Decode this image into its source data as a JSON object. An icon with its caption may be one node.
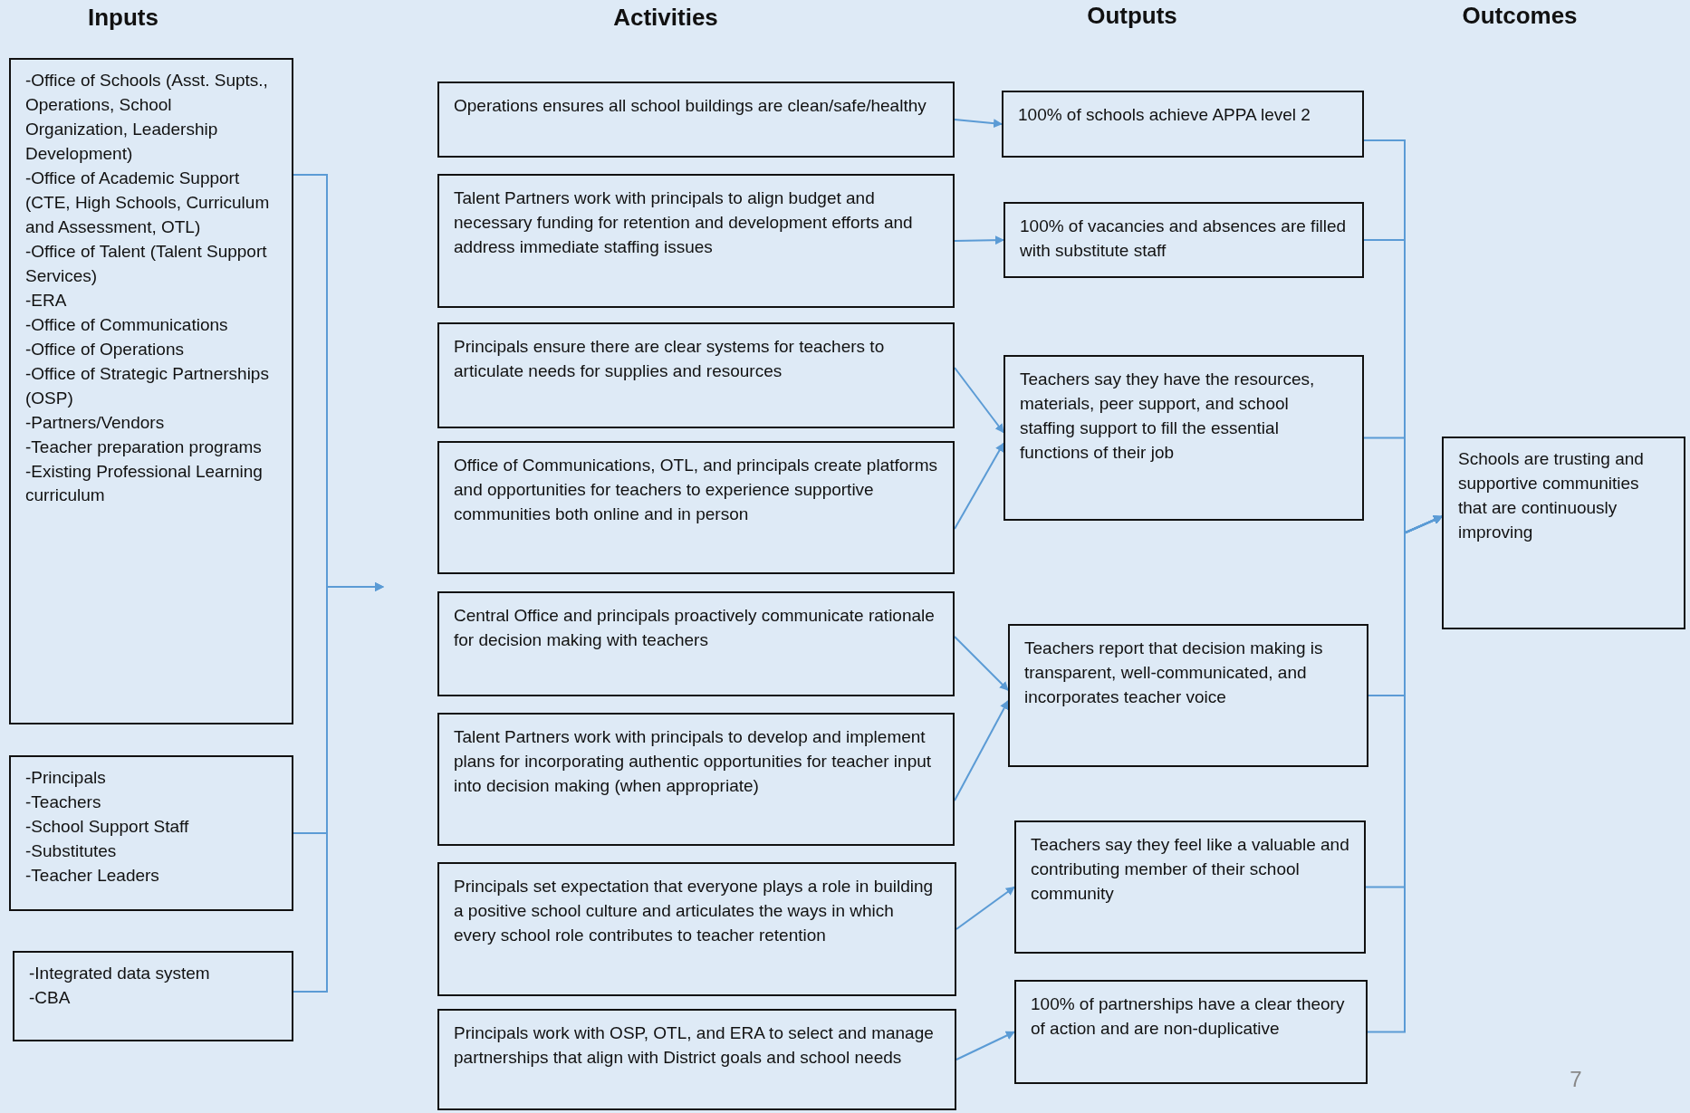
{
  "diagram": {
    "nodes": [
      {
        "text": [
          "-Office of Schools (Asst. Supts., Operations, School Organization, Leadership Development)",
          "-Office of Academic Support (CTE, High Schools, Curriculum and Assessment, OTL)",
          "-Office of Talent (Talent Support Services)",
          "-ERA",
          "-Office of Communications",
          "-Office of Operations",
          "-Office of Strategic Partnerships (OSP)",
          "-Partners/Vendors",
          "-Teacher preparation programs",
          "-Existing Professional Learning curriculum"
        ]
      },
      {
        "text": [
          "-Principals",
          "-Teachers",
          "-School Support Staff",
          "-Substitutes",
          "-Teacher Leaders"
        ]
      },
      {
        "text": [
          "-Integrated data system",
          "-CBA"
        ]
      },
      {
        "text": [
          "Operations ensures all school buildings are clean/safe/healthy"
        ]
      },
      {
        "text": [
          "Talent Partners work with principals to align budget and necessary funding for retention and development efforts and address immediate staffing issues"
        ]
      },
      {
        "text": [
          "Principals ensure there are clear systems for teachers to articulate needs for supplies and resources"
        ]
      },
      {
        "text": [
          "Office of Communications, OTL, and principals create platforms and opportunities for teachers to experience supportive communities both online and in person"
        ]
      },
      {
        "text": [
          "Central Office and principals proactively communicate rationale for decision making with teachers"
        ]
      },
      {
        "text": [
          "Talent Partners work with principals to develop and implement plans for incorporating authentic opportunities for teacher input into decision making (when appropriate)"
        ]
      },
      {
        "text": [
          "Principals set expectation that everyone plays a role in building a positive school culture and articulates the ways in which every school role contributes to teacher retention"
        ]
      },
      {
        "text": [
          "Principals work with OSP, OTL, and ERA to select and manage partnerships that align with District goals and school needs"
        ]
      },
      {
        "text": [
          "100% of schools achieve APPA level 2"
        ]
      },
      {
        "text": [
          "100% of vacancies and absences are filled with substitute staff"
        ]
      },
      {
        "text": [
          "Teachers say they have the resources, materials, peer support, and school staffing support to fill the essential functions of their job"
        ]
      },
      {
        "text": [
          "Teachers report that decision making is transparent, well-communicated, and incorporates teacher voice"
        ]
      },
      {
        "text": [
          "Teachers say they feel like a valuable and contributing member of their school community"
        ]
      },
      {
        "text": [
          "100% of partnerships have a clear theory of action and are non-duplicative"
        ]
      },
      {
        "text": [
          "Schools are trusting and supportive communities that are continuously improving"
        ]
      }
    ],
    "edges": [
      {
        "from": 0,
        "to": null,
        "arrow": "to"
      },
      {
        "from": 1,
        "to": null,
        "arrow": "to"
      },
      {
        "from": 2,
        "to": null,
        "arrow": "to"
      },
      {
        "from": 3,
        "to": 11,
        "arrow": "to"
      },
      {
        "from": 4,
        "to": 12,
        "arrow": "to"
      },
      {
        "from": 5,
        "to": 13,
        "arrow": "to"
      },
      {
        "from": 6,
        "to": 13,
        "arrow": "to"
      },
      {
        "from": 7,
        "to": 14,
        "arrow": "to"
      },
      {
        "from": 8,
        "to": 14,
        "arrow": "to"
      },
      {
        "from": 9,
        "to": 15,
        "arrow": "to"
      },
      {
        "from": 10,
        "to": 16,
        "arrow": "to"
      },
      {
        "from": 11,
        "to": 17,
        "arrow": "to"
      },
      {
        "from": 12,
        "to": 17,
        "arrow": "to"
      },
      {
        "from": 13,
        "to": 17,
        "arrow": "to"
      },
      {
        "from": 14,
        "to": 17,
        "arrow": "to"
      },
      {
        "from": 15,
        "to": 17,
        "arrow": "to"
      },
      {
        "from": 16,
        "to": 17,
        "arrow": "to"
      }
    ],
    "labels": [
      "Inputs",
      "Activities",
      "Outputs",
      "Outcomes",
      "7"
    ]
  }
}
